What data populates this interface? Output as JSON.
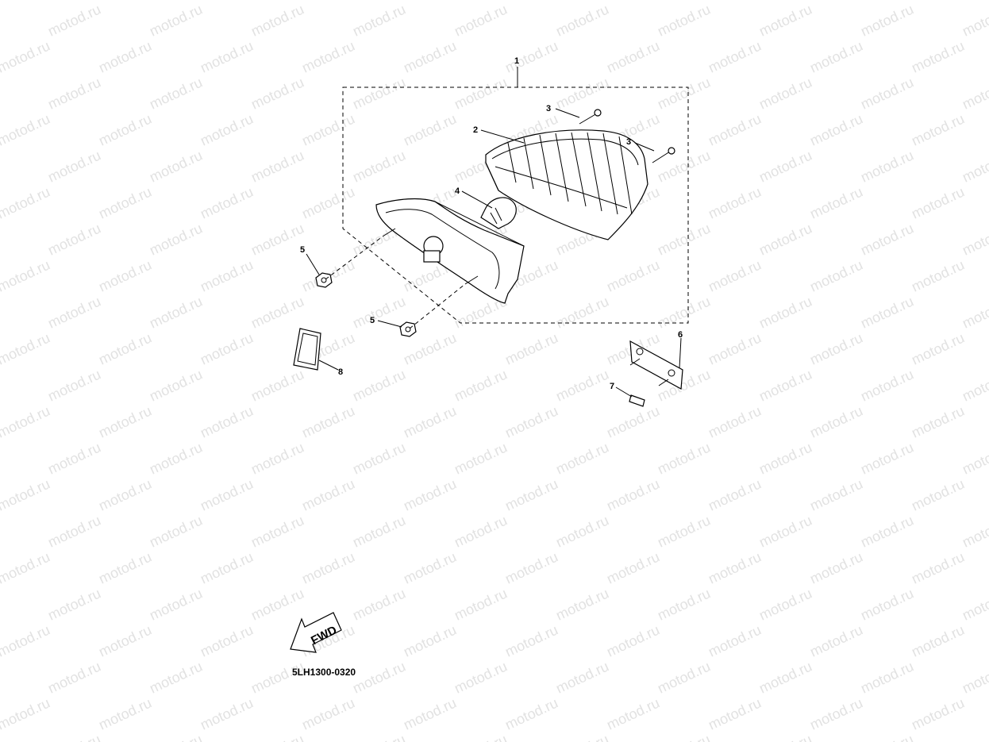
{
  "watermark": {
    "text": "motod.ru"
  },
  "diagram": {
    "code": "5LH1300-0320",
    "fwd_label": "FWD",
    "callouts": [
      "1",
      "2",
      "3",
      "3",
      "4",
      "5",
      "5",
      "6",
      "7",
      "8"
    ]
  }
}
